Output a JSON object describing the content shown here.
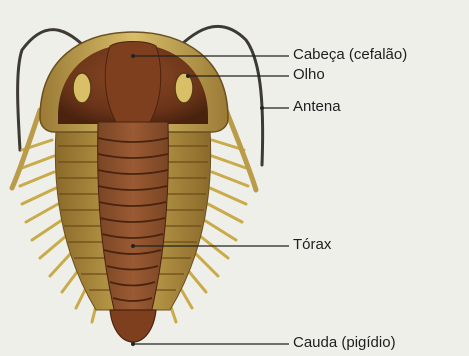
{
  "diagram": {
    "labels": {
      "head": "Cabeça (cefalão)",
      "eye": "Olho",
      "antenna": "Antena",
      "thorax": "Tórax",
      "tail": "Cauda (pigídio)"
    },
    "colors": {
      "background": "#efefe9",
      "leader_line": "#222222",
      "body_brown": "#6e3a1f",
      "shield_olive": "#b99b4a",
      "leg_yellow": "#c9ab4c"
    }
  }
}
